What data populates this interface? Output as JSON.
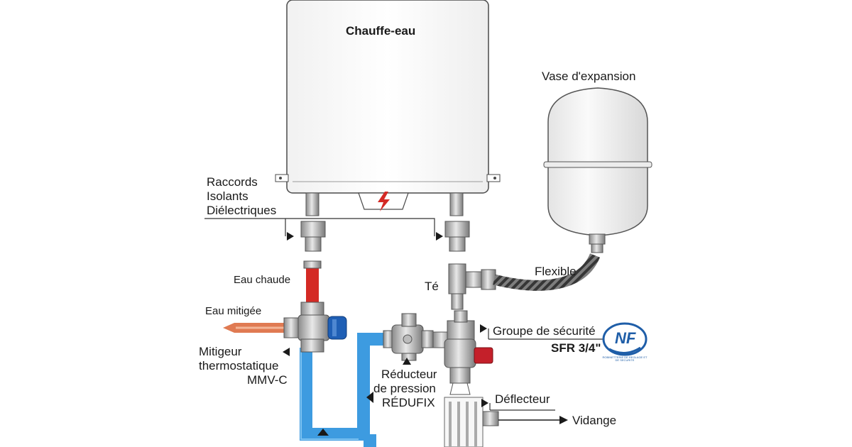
{
  "labels": {
    "heater": "Chauffe-eau",
    "expansion_vessel": "Vase d'expansion",
    "dielectric_1": "Raccords",
    "dielectric_2": "Isolants",
    "dielectric_3": "Diélectriques",
    "hot_water": "Eau chaude",
    "mixed_water": "Eau mitigée",
    "tee": "Té",
    "flexible": "Flexible",
    "mixer_1": "Mitigeur",
    "mixer_2": "thermostatique",
    "mixer_3": "MMV-C",
    "reducer_1": "Réducteur",
    "reducer_2": "de pression",
    "reducer_3": "RÉDUFIX",
    "safety_group": "Groupe de sécurité",
    "safety_model": "SFR 3/4\"",
    "deflector": "Déflecteur",
    "drain": "Vidange",
    "nf_logo": "NF",
    "nf_subtitle": "ROBINETTERIE DE REGLAGE ET DE SECURITE"
  },
  "colors": {
    "hot_pipe": "#d42a25",
    "cold_pipe": "#3d9be0",
    "mixed_pipe": "#e07a52",
    "mixer_cap": "#1f5fb5",
    "safety_cap": "#c4202a",
    "electric_symbol": "#d42a25",
    "nf_blue": "#1f5ea8"
  },
  "icons": {
    "electric": "lightning-bolt-icon",
    "pointer": "triangle-arrow-icon"
  }
}
